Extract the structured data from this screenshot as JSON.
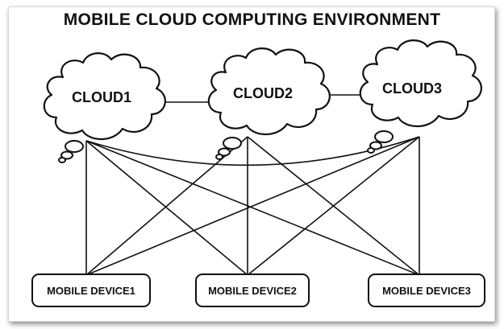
{
  "diagram": {
    "title": "MOBILE CLOUD COMPUTING ENVIRONMENT",
    "clouds": [
      {
        "id": "cloud1",
        "label": "CLOUD1"
      },
      {
        "id": "cloud2",
        "label": "CLOUD2"
      },
      {
        "id": "cloud3",
        "label": "CLOUD3"
      }
    ],
    "devices": [
      {
        "id": "device1",
        "label": "MOBILE DEVICE1"
      },
      {
        "id": "device2",
        "label": "MOBILE DEVICE2"
      },
      {
        "id": "device3",
        "label": "MOBILE DEVICE3"
      }
    ],
    "cloud_links": [
      [
        "cloud1",
        "cloud2"
      ],
      [
        "cloud2",
        "cloud3"
      ]
    ],
    "cloud_device_links": "all-to-all",
    "colors": {
      "ink": "#111111",
      "background": "#ffffff"
    }
  }
}
